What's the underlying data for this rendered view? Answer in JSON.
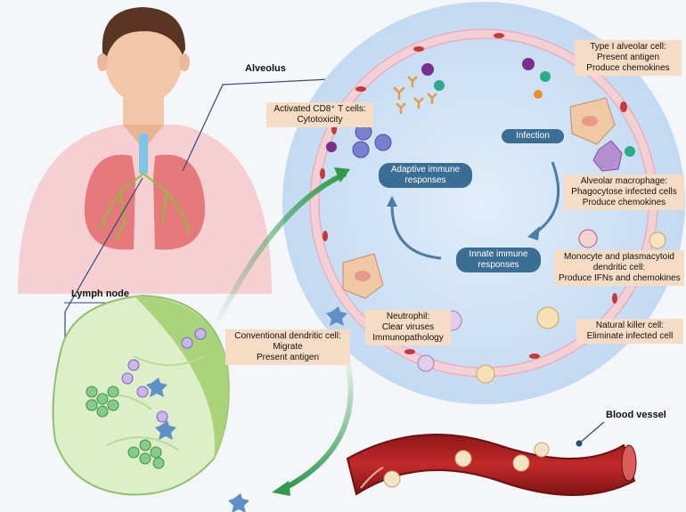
{
  "labels": {
    "alveolus": "Alveolus",
    "lymph_node": "Lymph node",
    "blood_vessel": "Blood vessel",
    "infection": "Infection",
    "adaptive": [
      "Adaptive immune",
      "responses"
    ],
    "innate": [
      "Innate immune",
      "responses"
    ],
    "cd8": [
      "Activated CD8⁺ T cells:",
      "Cytotoxicity"
    ],
    "type1": [
      "Type I alveolar cell:",
      "Present antigen",
      "Produce chemokines"
    ],
    "macrophage": [
      "Alveolar macrophage:",
      "Phagocytose infected cells",
      "Produce chemokines"
    ],
    "monocyte": [
      "Monocyte and plasmacytoid",
      "dendritic cell:",
      "Produce IFNs and chemokines"
    ],
    "nk": [
      "Natural killer cell:",
      "Eliminate infected cell"
    ],
    "neutrophil": [
      "Neutrophil:",
      "Clear viruses",
      "Immunopathology"
    ],
    "cdc": [
      "Conventional dendritic cell:",
      "Migrate",
      "Present antigen"
    ]
  },
  "colors": {
    "background": "#f4f6f9",
    "alveolus_fill": "#cfe3f7",
    "alveolus_wall": "#f3cfd6",
    "label_box": "#f6dcc4",
    "pill": "#3b6e95",
    "arrow_green": "#3aa356",
    "lymph_fill": "#dcefc8",
    "vessel": "#b32323",
    "skin": "#f2c6a8",
    "hair": "#5a3524"
  }
}
